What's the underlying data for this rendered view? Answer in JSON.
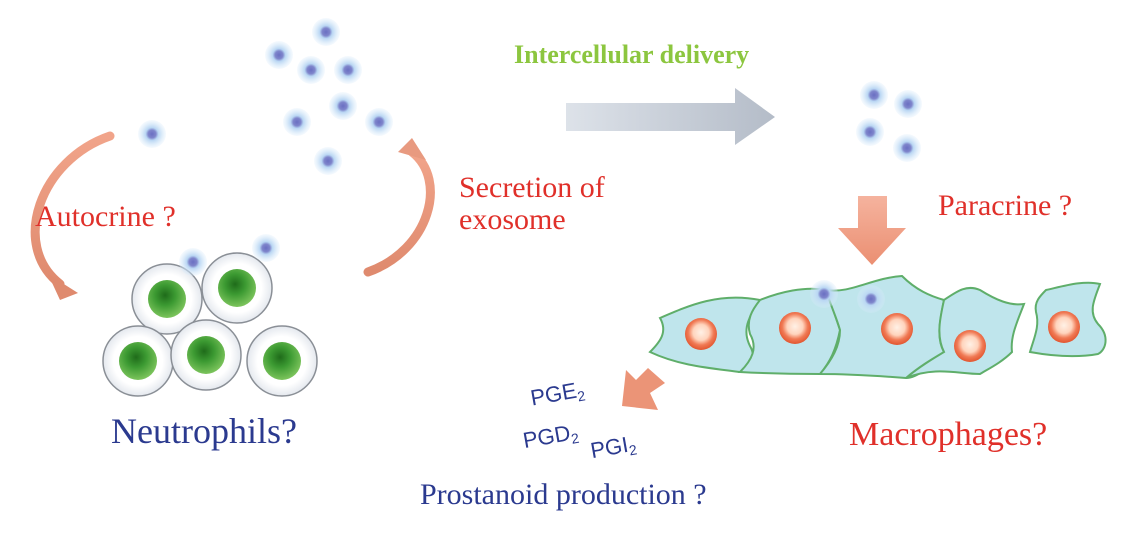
{
  "labels": {
    "intercellular": "Intercellular delivery",
    "secretion_line1": "Secretion of",
    "secretion_line2": "exosome",
    "autocrine": "Autocrine ?",
    "paracrine": "Paracrine ?",
    "neutrophils": "Neutrophils?",
    "macrophages": "Macrophages?",
    "prostanoid": "Prostanoid production ?",
    "pge": "PGE",
    "pgd": "PGD",
    "pgi": "PGI",
    "sub2": "2"
  },
  "colors": {
    "red_label": "#e0302a",
    "green_label": "#8cc63f",
    "blue_label": "#2b3a8f",
    "arrow_salmon": "#ec9a80",
    "arrow_gray": "#c5ccd6",
    "cell_fill": "#bfe5ec",
    "cell_stroke": "#5fae6a",
    "nucleus_fill": "#f07a55",
    "neutrophil_nucleus": "#3c9a32",
    "exosome_core": "#5a5fb0",
    "exosome_halo": "#aacdf0"
  },
  "icons": {
    "exosome": "exosome-dot-icon",
    "neutrophil": "neutrophil-cell-icon",
    "macrophage": "macrophage-cell-icon"
  }
}
